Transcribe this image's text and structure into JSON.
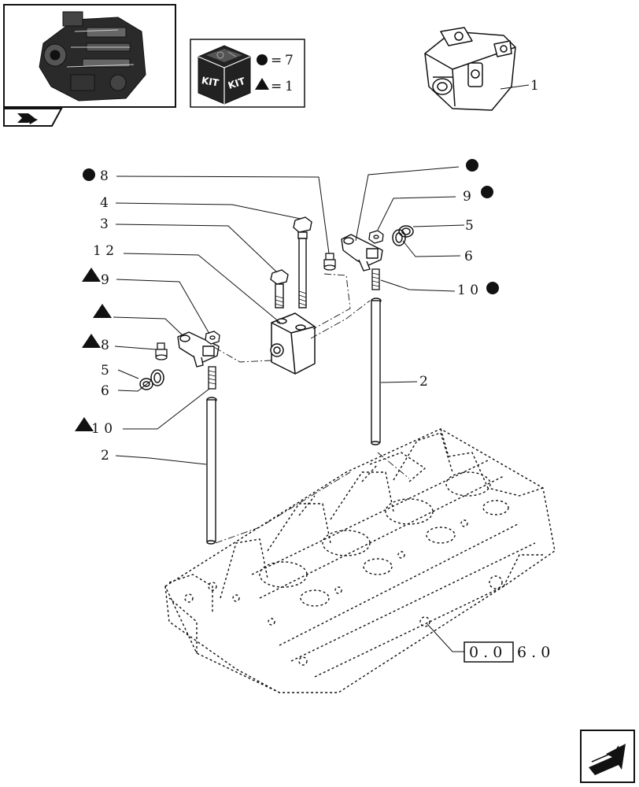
{
  "legend": {
    "circle_value": "7",
    "triangle_value": "1",
    "circle_eq": "=",
    "triangle_eq": "=",
    "kit_label_left": "KIT",
    "kit_label_right": "KIT"
  },
  "callouts": {
    "rocker_assembly": "1",
    "pushrod_right": "2",
    "pushrod_left": "2",
    "screw": "3",
    "long_bolt": "4",
    "washer_right": "5",
    "washer_left": "5",
    "ring_right": "6",
    "ring_left": "6",
    "screw_8_top": "8",
    "screw_8_left": "8",
    "nut_9_right": "9",
    "nut_9_left": "9",
    "support_12": "1 2",
    "adjuster_right": "1 0",
    "adjuster_left": "1 0"
  },
  "reference": {
    "digits": "0 . 0",
    "suffix": "6 . 0"
  },
  "colors": {
    "ink": "#111111",
    "paper": "#ffffff"
  },
  "icons": {
    "thumbnail": "engine-thumbnail-icon",
    "kit": "kit-box-icon",
    "next_page": "next-page-arrow-icon",
    "fold_corner": "page-corner-icon"
  }
}
